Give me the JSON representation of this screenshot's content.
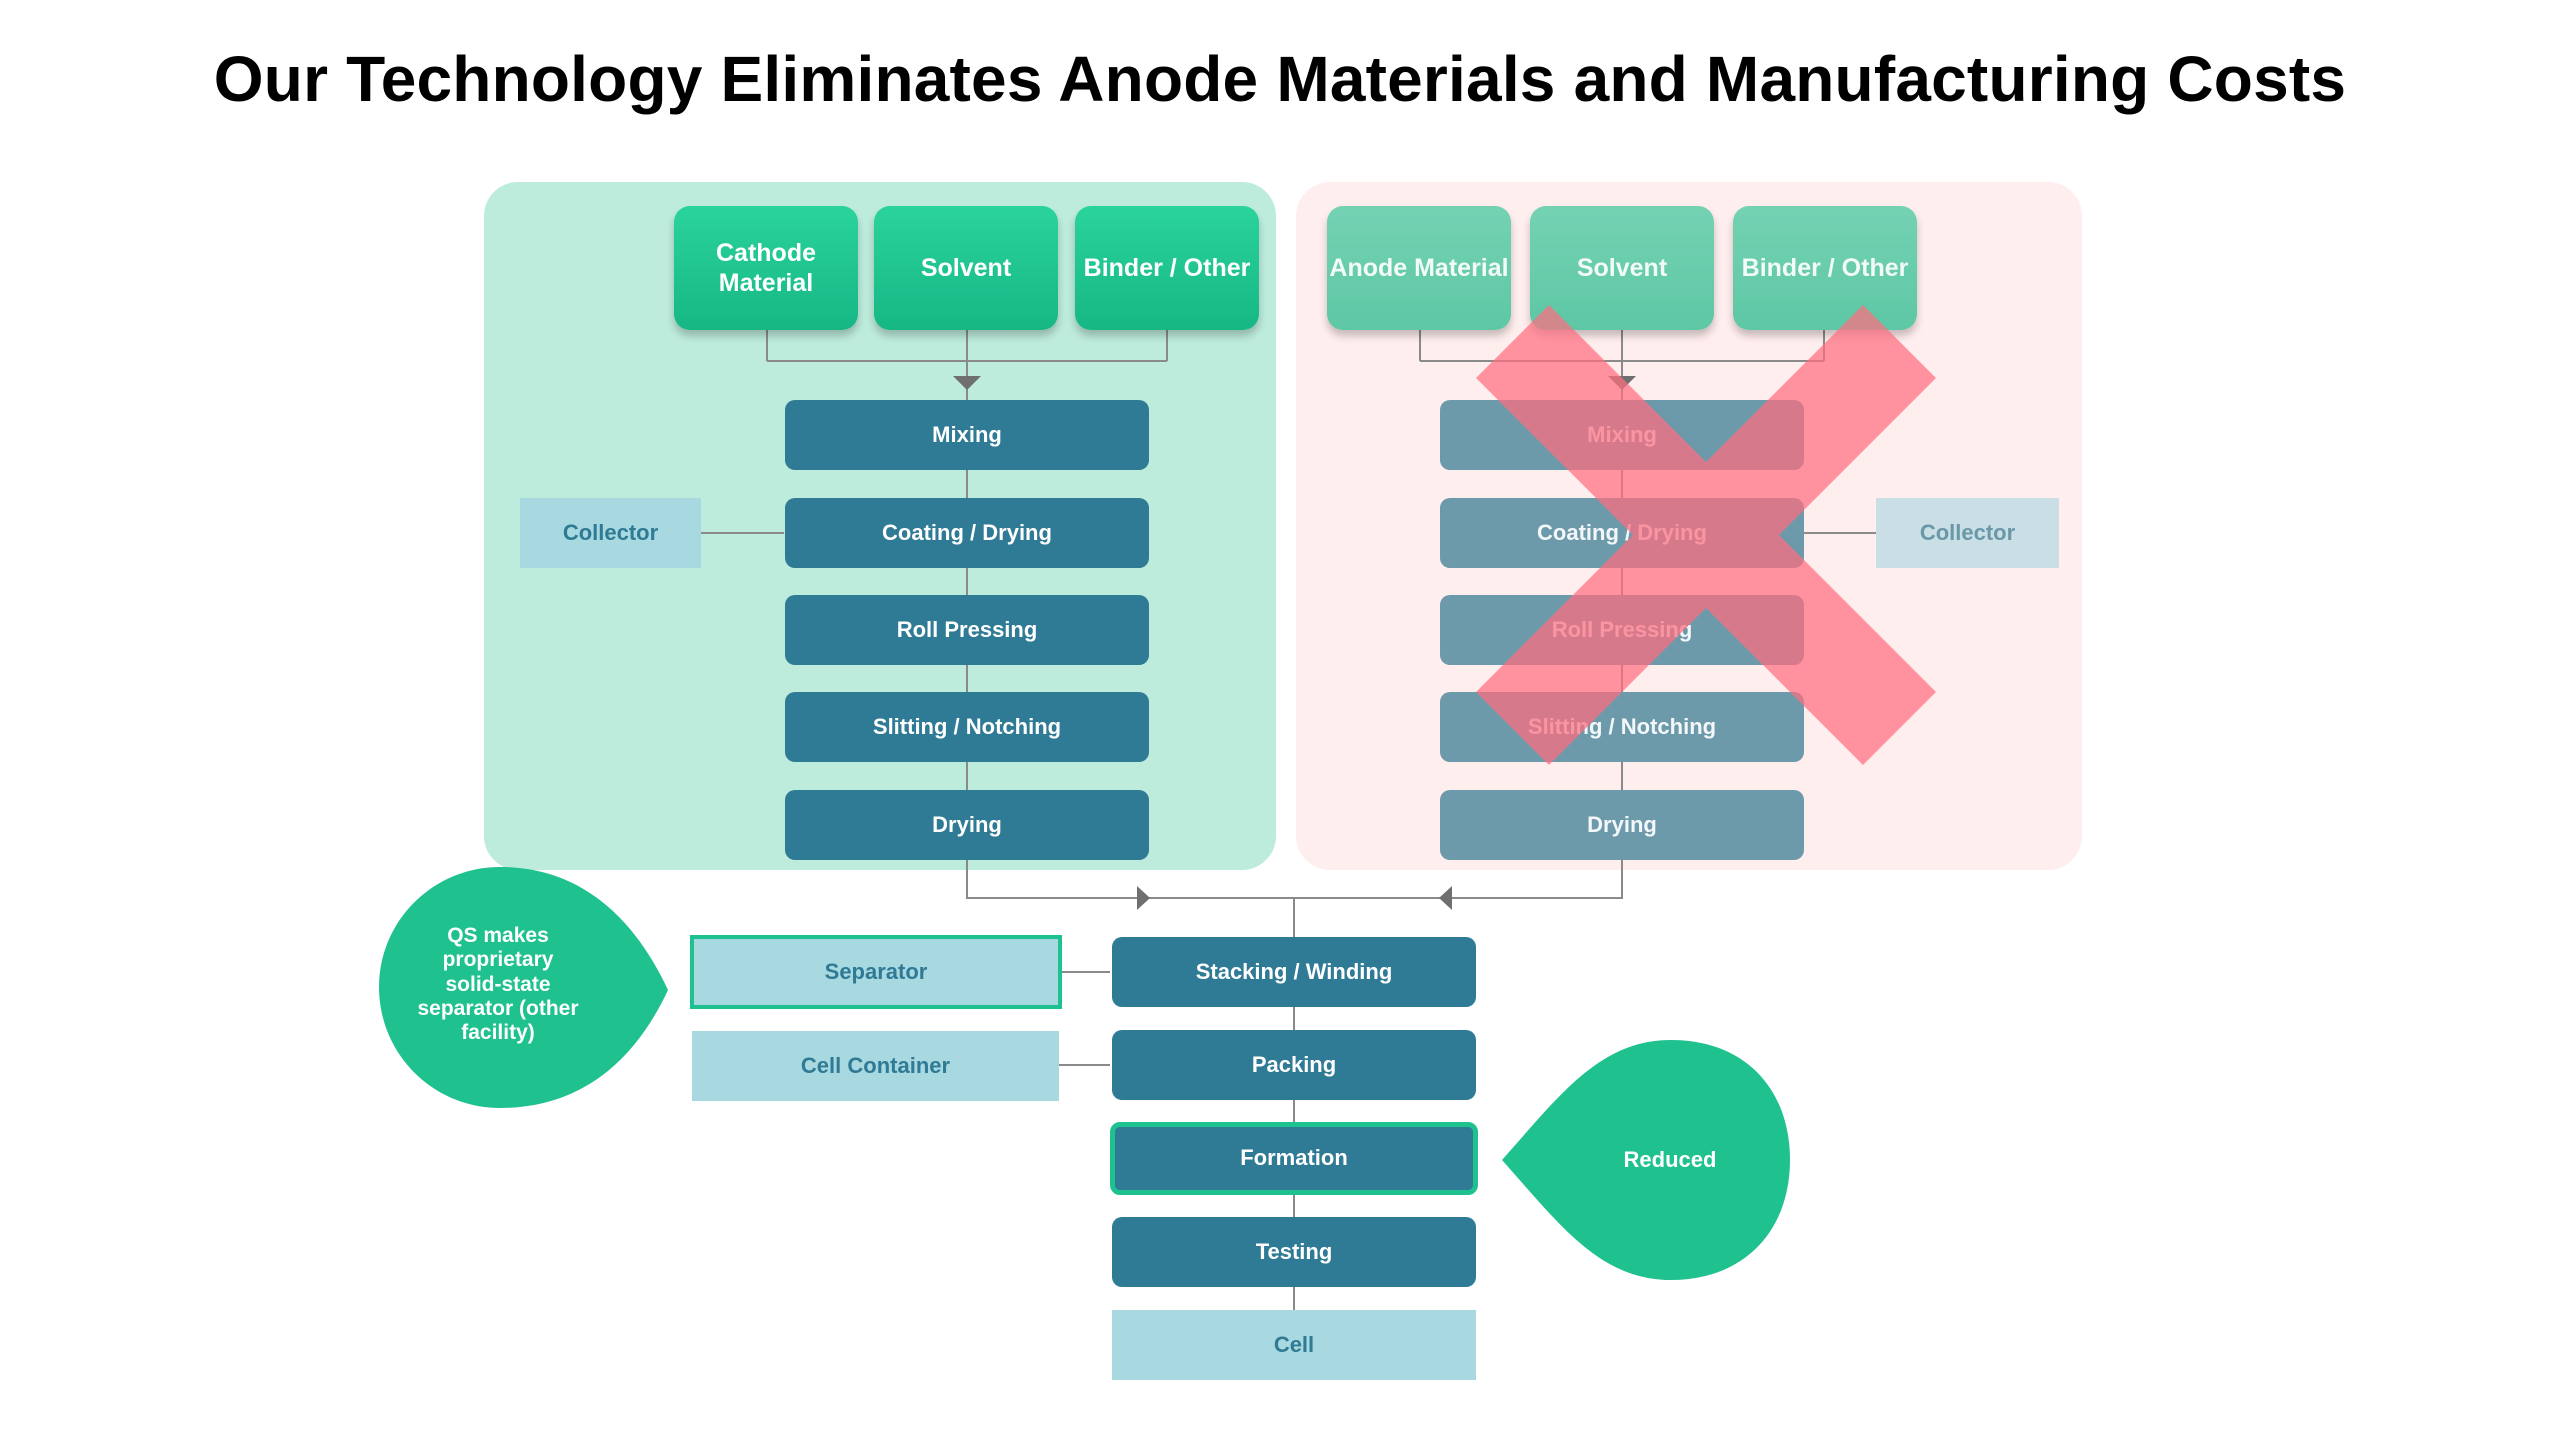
{
  "title": "Our Technology Eliminates Anode Materials and Manufacturing Costs",
  "left_column": {
    "materials": [
      "Cathode Material",
      "Solvent",
      "Binder / Other"
    ],
    "steps": [
      "Mixing",
      "Coating / Drying",
      "Roll Pressing",
      "Slitting / Notching",
      "Drying"
    ],
    "collector": "Collector"
  },
  "right_column": {
    "materials": [
      "Anode Material",
      "Solvent",
      "Binder / Other"
    ],
    "steps": [
      "Mixing",
      "Coating / Drying",
      "Roll Pressing",
      "Slitting / Notching",
      "Drying"
    ],
    "collector": "Collector",
    "eliminated": true
  },
  "assembly": {
    "steps": [
      "Stacking / Winding",
      "Packing",
      "Formation",
      "Testing"
    ],
    "output": "Cell",
    "inputs": [
      "Separator",
      "Cell Container"
    ]
  },
  "callouts": {
    "separator_note": "QS makes proprietary solid-state separator (other facility)",
    "formation_note": "Reduced"
  },
  "colors": {
    "green": "#1fc18f",
    "teal_box": "#2f7a94",
    "light_box": "#a8d8e0",
    "left_panel": "#bdebdc",
    "right_panel": "#ffeeee",
    "cross": "#ff8a96"
  }
}
